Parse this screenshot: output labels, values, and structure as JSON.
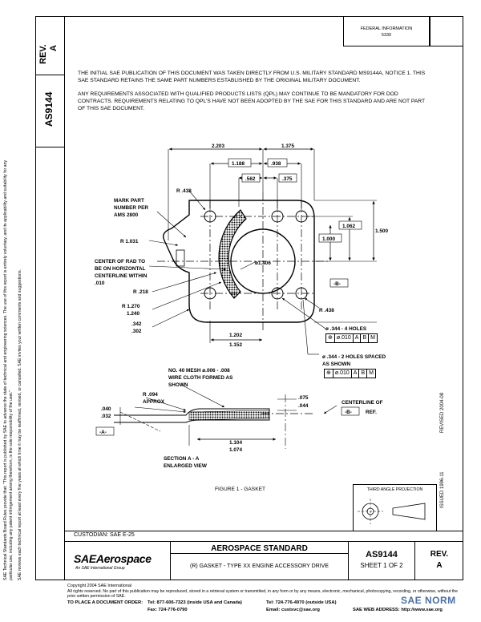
{
  "stamp": {
    "line1": "FEDERAL INFORMATION",
    "line2": "5330"
  },
  "side": {
    "rev_label": "REV.",
    "rev_value": "A",
    "doc_number": "AS9144",
    "rights_text": "SAE Technical Standards Board Rules provide that: \"This report is published by SAE to advance the state of technical and engineering sciences. The use of this report is entirely voluntary, and its applicability and suitability for any particular use, including any patent infringement arising therefrom, is the sole responsibility of the user.\"",
    "review_text": "SAE reviews each technical report at least every five years at which time it may be reaffirmed, revised, or cancelled. SAE invites your written comments and suggestions.",
    "issued": "ISSUED   1996-11",
    "revised": "REVISED   2004-08"
  },
  "note": {
    "p1": "THE INITIAL SAE PUBLICATION OF THIS DOCUMENT WAS TAKEN DIRECTLY FROM U.S. MILITARY STANDARD MS9144A, NOTICE 1. THIS SAE STANDARD RETAINS THE SAME PART NUMBERS ESTABLISHED BY THE ORIGINAL MILITARY DOCUMENT.",
    "p2": "ANY REQUIREMENTS ASSOCIATED WITH QUALIFIED PRODUCTS LISTS (QPL) MAY CONTINUE TO BE MANDATORY FOR DOD CONTRACTS. REQUIREMENTS RELATING TO QPL'S HAVE NOT BEEN ADOPTED BY THE SAE FOR THIS STANDARD AND ARE NOT PART OF THIS SAE DOCUMENT."
  },
  "drawing": {
    "dim_2203": "2.203",
    "dim_1375": "1.375",
    "dim_1188": "1.188",
    "dim_938": ".938",
    "dim_562": ".562",
    "dim_375": ".375",
    "dim_r438_top": "R .438",
    "dim_1500": "1.500",
    "dim_1062": "1.062",
    "dim_1000": "1.000",
    "mark_part": "MARK PART",
    "number_per": "NUMBER PER",
    "ams": "AMS 2800",
    "r1031": "R 1.031",
    "center_rad1": "CENTER OF RAD TO",
    "center_rad2": "BE ON HORIZONTAL",
    "center_rad3": "CENTERLINE  WITHIN",
    "center_rad4": ".010",
    "phi1406": "ø1.406",
    "datum_b": "-B-",
    "r218": "R .218",
    "r1270": "R 1.270",
    "r1240": "1.240",
    "d342": ".342",
    "d302": ".302",
    "r438_bot": "R .438",
    "d1202": "1.202",
    "d1152": "1.152",
    "holes4": "ø .344 - 4 HOLES",
    "holes2a": "ø .344 - 2 HOLES SPACED",
    "holes2b": "AS SHOWN",
    "fcf_sym": "⊕",
    "fcf_tol": "ø.010",
    "fcf_a": "A",
    "fcf_b": "B",
    "fcf_m": "M",
    "mesh1": "NO. 40 MESH  ø.006 - .008",
    "mesh2": "WIRE CLOTH FORMED AS",
    "mesh3": "SHOWN",
    "r094": "R .094",
    "approx": "APPROX",
    "d075": ".075",
    "d044": ".044",
    "d040": ".040",
    "d032": ".032",
    "centerline_of": "CENTERLINE OF",
    "ref": "REF.",
    "datum_a": "-A-",
    "d1104": "1.104",
    "d1074": "1.074",
    "section1": "SECTION A - A",
    "section2": "ENLARGED VIEW",
    "figure": "FIGURE 1 - GASKET"
  },
  "third_angle": "THIRD ANGLE PROJECTION",
  "custodian": "CUSTODIAN:  SAE E-25",
  "title_block": {
    "logo": "SAEAerospace",
    "logo_sub": "An SAE International Group",
    "header": "AEROSPACE STANDARD",
    "doc_label": "AS9144",
    "sheet": "SHEET 1 OF 2",
    "rev_label": "REV.",
    "rev_value": "A",
    "title": "(R)  GASKET - TYPE XX ENGINE ACCESSORY DRIVE"
  },
  "footer": {
    "copyright": "Copyright 2004 SAE International",
    "rights": "All rights reserved. No part of this publication may be reproduced, stored in a retrieval system or transmitted, in any form or by any means, electronic, mechanical, photocopying, recording, or otherwise, without the prior written permission of SAE.",
    "order_label": "TO PLACE A DOCUMENT ORDER:",
    "tel1": "Tel: 877-606-7323 (inside USA and Canada)",
    "tel2": "Tel: 724-776-4970 (outside USA)",
    "fax": "Fax: 724-776-0790",
    "email": "Email: custsvc@sae.org",
    "web": "SAE WEB ADDRESS: http://www.sae.org"
  },
  "watermark": "SAE NORM"
}
